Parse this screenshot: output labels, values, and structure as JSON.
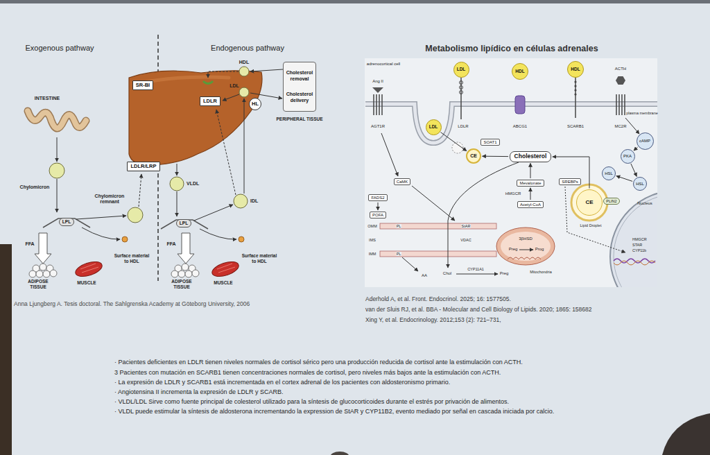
{
  "diagram": {
    "nodes": [
      {
        "text": [
          "SR-BI"
        ]
      },
      {
        "text": [
          "LDLR"
        ]
      },
      {
        "text": [
          "HL"
        ]
      },
      {
        "text": [
          "Cholesterol removal",
          "Cholesterol delivery"
        ]
      },
      {
        "text": [
          "LDLR/LRP"
        ]
      },
      {
        "text": [
          "LPL"
        ]
      },
      {
        "text": [
          "LPL"
        ]
      },
      {
        "text": [
          "LDL"
        ]
      },
      {
        "text": [
          "HDL"
        ]
      },
      {
        "text": [
          "HDL"
        ]
      },
      {
        "text": [
          "LDL"
        ]
      },
      {
        "text": [
          "SOAT1"
        ]
      },
      {
        "text": [
          "CE"
        ]
      },
      {
        "text": [
          "cAMP"
        ]
      },
      {
        "text": [
          "Cholesterol"
        ]
      },
      {
        "text": [
          "PKA"
        ]
      },
      {
        "text": [
          "HSL"
        ]
      },
      {
        "text": [
          "CaMK"
        ]
      },
      {
        "text": [
          "Mevalonate"
        ]
      },
      {
        "text": [
          "HSL"
        ]
      },
      {
        "text": [
          "SREBPs"
        ]
      },
      {
        "text": [
          "FADS2"
        ]
      },
      {
        "text": [
          "Acetyl-CoA"
        ]
      },
      {
        "text": [
          "CE"
        ]
      },
      {
        "text": [
          "PLIN2"
        ]
      },
      {
        "text": [
          "POFA"
        ]
      }
    ],
    "edges": [
      {
        "from": 10,
        "to": 12,
        "arrow": "to"
      },
      {
        "from": 14,
        "to": 12,
        "arrow": "to"
      },
      {
        "from": 18,
        "to": 14,
        "arrow": "to"
      },
      {
        "from": 22,
        "to": 18,
        "arrow": "to"
      },
      {
        "from": 23,
        "to": 14,
        "arrow": "to"
      },
      {
        "from": 15,
        "to": 19,
        "arrow": "to"
      },
      {
        "from": 19,
        "to": 16,
        "arrow": "to"
      },
      {
        "from": 21,
        "to": 25,
        "arrow": "to"
      },
      {
        "from": 13,
        "to": 15,
        "arrow": "to"
      }
    ],
    "labels": [
      "Exogenous pathway",
      "Endogenous pathway",
      "HDL",
      "LDL",
      "PERIPHERAL TISSUE",
      "INTESTINE",
      "Chylomicron",
      "Chylomicron remnant",
      "FFA",
      "Surface material to HDL",
      "ADIPOSE TISSUE",
      "MUSCLE",
      "VLDL",
      "IDL",
      "FFA",
      "Surface material to HDL",
      "ADIPOSE TISSUE",
      "MUSCLE",
      "Anna Ljungberg A. Tesis doctoral. The Sahlgrenska Academy at Göteborg University, 2006",
      "Metabolismo lipídico en células adrenales",
      "adrenocortical cell",
      "Ang II",
      "ACTH",
      "plasma membrane",
      "AGT1R",
      "LDLR",
      "ABCG1",
      "SCARB1",
      "MC2R",
      "HMGCR",
      "Lipid Droplet",
      "Nucleus",
      "HMGCR",
      "STAR",
      "CYP11b",
      "OMM",
      "IMS",
      "IMM",
      "PL",
      "StAR",
      "VDAC",
      "PL",
      "Chol",
      "CYP11A1",
      "Preg",
      "AA",
      "3βHSD",
      "Preg",
      "Prog",
      "Mitochondria",
      "Aderhold A, et al. Front. Endocrinol. 2025; 16: 1577505.",
      "van der Sluis RJ, et al. BBA - Molecular and Cell Biology of Lipids. 2020; 1865: 158682",
      "Xing Y, et al. Endocrinology. 2012;153 (2): 721–731,",
      "· Pacientes deficientes en LDLR tienen niveles normales de cortisol sérico pero una producción reducida de cortisol ante la estimulación con ACTH.",
      "3 Pacientes con mutación en SCARB1 tienen concentraciones normales de cortisol, pero niveles más bajos ante la estimulación con ACTH.",
      "· La expresión de LDLR y SCARB1 está incrementada en el cortex adrenal de los pacientes con aldosteronismo primario.",
      "· Angiotensina II incrementa la expresión de LDLR y SCARB.",
      "· VLDL/LDL Sirve como fuente principal de colesterol utilizado para la síntesis de glucocorticoides durante el estrés por privación de alimentos.",
      "· VLDL puede estimular la síntesis de aldosterona incrementando la expression de StAR y CYP11B2, evento mediado por señal en cascada iniciada por calcio."
    ]
  }
}
